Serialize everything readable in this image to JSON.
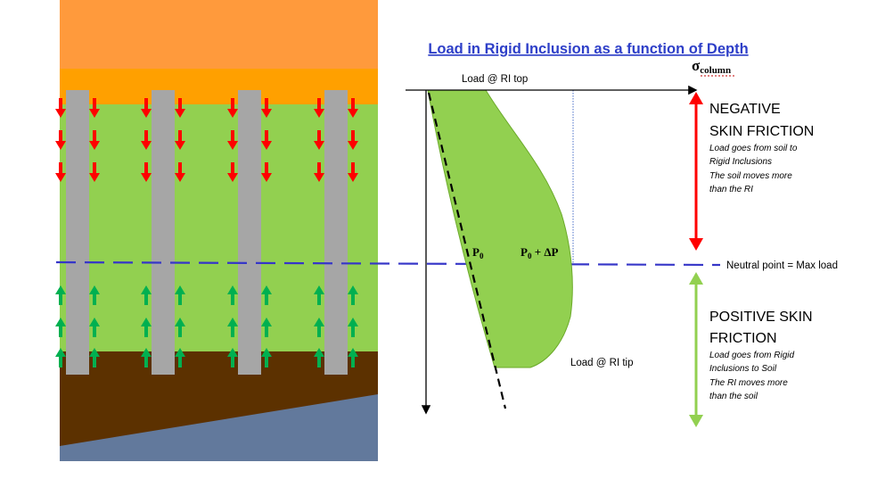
{
  "title": "Load in Rigid Inclusion as a function of Depth",
  "axis": {
    "sigma_symbol": "σ",
    "sigma_subscript": "column",
    "load_top_label": "Load @ RI top",
    "load_tip_label": "Load @ RI tip"
  },
  "points": {
    "p0_symbol": "P",
    "p0_subscript": "0",
    "p0dp_symbol": "P",
    "p0dp_subscript": "0",
    "p0dp_suffix": " + ΔP"
  },
  "neutral_point_label": "Neutral point = Max load",
  "negative": {
    "heading_line1": "NEGATIVE",
    "heading_line2": "SKIN FRICTION",
    "desc": [
      "Load goes from soil to",
      "Rigid Inclusions",
      "The soil moves more",
      "than the RI"
    ]
  },
  "positive": {
    "heading_line1": "POSITIVE SKIN",
    "heading_line2": "FRICTION",
    "desc": [
      "Load goes from Rigid",
      "Inclusions to Soil",
      "The RI moves more",
      "than the soil"
    ]
  },
  "colors": {
    "top_layer": "#FF9A3C",
    "fill_layer": "#FFA000",
    "soft_soil": "#92D050",
    "dense_soil": "#5C3100",
    "bedrock": "#62799C",
    "inclusion": "#A6A6A6",
    "negative_arrow": "#FF0000",
    "positive_arrow": "#00B050",
    "title": "#2E3FC8",
    "neutral_line": "#3636C8",
    "positive_band_arrow": "#92D050"
  }
}
